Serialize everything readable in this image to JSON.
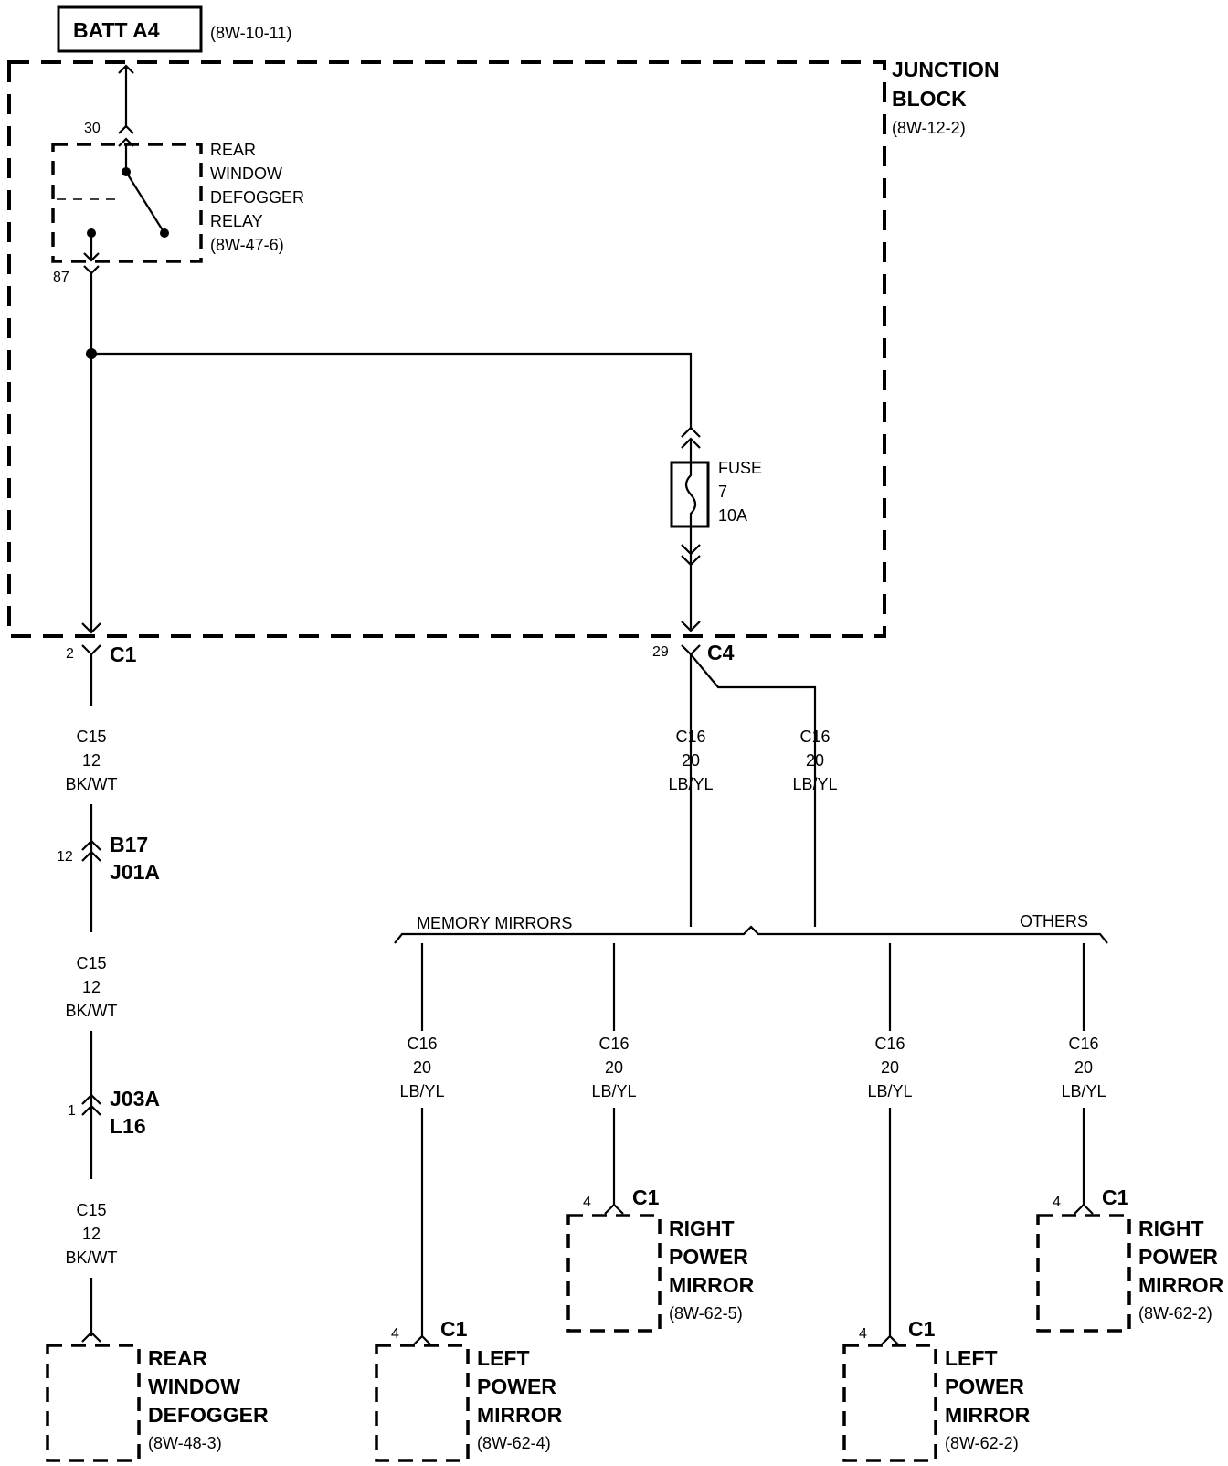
{
  "battery": {
    "label": "BATT A4",
    "ref": "(8W-10-11)"
  },
  "junction_block": {
    "title1": "JUNCTION",
    "title2": "BLOCK",
    "ref": "(8W-12-2)"
  },
  "relay": {
    "lines": [
      "REAR",
      "WINDOW",
      "DEFOGGER",
      "RELAY",
      "(8W-47-6)"
    ],
    "pin_in": "30",
    "pin_out": "87"
  },
  "fuse": {
    "lines": [
      "FUSE",
      "7",
      "10A"
    ]
  },
  "connectors": {
    "c1_top": {
      "pin": "2",
      "name": "C1"
    },
    "c4": {
      "pin": "29",
      "name": "C4"
    },
    "inline1": {
      "pin": "12",
      "name1": "B17",
      "name2": "J01A"
    },
    "inline2": {
      "pin": "1",
      "name1": "J03A",
      "name2": "L16"
    }
  },
  "wires": {
    "c15": [
      "C15",
      "12",
      "BK/WT"
    ],
    "c16": [
      "C16",
      "20",
      "LB/YL"
    ]
  },
  "branch_labels": {
    "memory": "MEMORY MIRRORS",
    "others": "OTHERS"
  },
  "components": {
    "defogger": {
      "lines": [
        "REAR",
        "WINDOW",
        "DEFOGGER"
      ],
      "ref": "(8W-48-3)"
    },
    "left_mirror_1": {
      "pin": "4",
      "conn": "C1",
      "lines": [
        "LEFT",
        "POWER",
        "MIRROR"
      ],
      "ref": "(8W-62-4)"
    },
    "right_mirror_1": {
      "pin": "4",
      "conn": "C1",
      "lines": [
        "RIGHT",
        "POWER",
        "MIRROR"
      ],
      "ref": "(8W-62-5)"
    },
    "left_mirror_2": {
      "pin": "4",
      "conn": "C1",
      "lines": [
        "LEFT",
        "POWER",
        "MIRROR"
      ],
      "ref": "(8W-62-2)"
    },
    "right_mirror_2": {
      "pin": "4",
      "conn": "C1",
      "lines": [
        "RIGHT",
        "POWER",
        "MIRROR"
      ],
      "ref": "(8W-62-2)"
    }
  }
}
